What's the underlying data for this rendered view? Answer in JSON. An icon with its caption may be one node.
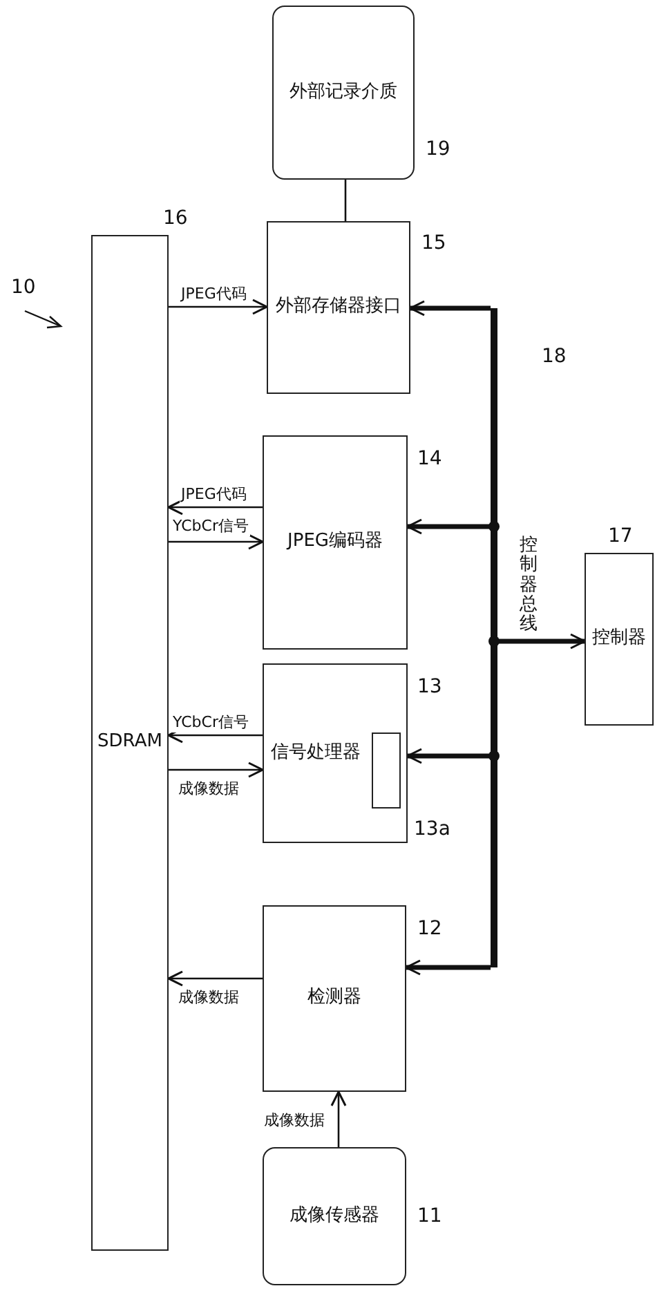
{
  "diagram": {
    "nodes": [
      {
        "text": [
          "SDRAM"
        ],
        "beside": [
          "16"
        ]
      },
      {
        "text": [
          "成像传感器"
        ],
        "beside": [
          "11"
        ]
      },
      {
        "text": [
          "检测器"
        ],
        "beside": [
          "12"
        ]
      },
      {
        "text": [
          "信号处理器"
        ],
        "beside": [
          "13"
        ]
      },
      {
        "text": [],
        "shape": "box",
        "in": 3,
        "beside": [
          "13a"
        ]
      },
      {
        "text": [
          "JPEG编码器"
        ],
        "beside": [
          "14"
        ]
      },
      {
        "text": [
          "外部存储器接口"
        ],
        "beside": [
          "15"
        ]
      },
      {
        "text": [
          "外部记录介质"
        ],
        "beside": [
          "19"
        ]
      },
      {
        "text": [
          "控制器"
        ],
        "beside": [
          "17"
        ]
      },
      {
        "text": [],
        "shape": "bar",
        "beside": [
          "控制器总线",
          "18"
        ]
      }
    ],
    "edges": [
      {
        "from": 1,
        "to": 2,
        "arrow": "to",
        "label": "成像数据"
      },
      {
        "from": 2,
        "to": 0,
        "arrow": "to",
        "label": "成像数据"
      },
      {
        "from": 0,
        "to": 3,
        "arrow": "to",
        "label": "成像数据"
      },
      {
        "from": 3,
        "to": 0,
        "arrow": "to",
        "label": "YCbCr信号"
      },
      {
        "from": 0,
        "to": 5,
        "arrow": "to",
        "label": "YCbCr信号"
      },
      {
        "from": 5,
        "to": 0,
        "arrow": "to",
        "label": "JPEG代码"
      },
      {
        "from": 0,
        "to": 6,
        "arrow": "to",
        "label": "JPEG代码"
      },
      {
        "from": 6,
        "to": 7,
        "arrow": "none"
      },
      {
        "from": 9,
        "to": 2,
        "arrow": "to",
        "style": "thick"
      },
      {
        "from": 9,
        "to": 3,
        "arrow": "to",
        "style": "thick"
      },
      {
        "from": 9,
        "to": 5,
        "arrow": "to",
        "style": "thick"
      },
      {
        "from": 9,
        "to": 6,
        "arrow": "to",
        "style": "thick"
      },
      {
        "from": 9,
        "to": 8,
        "arrow": "to",
        "style": "thick"
      }
    ],
    "labels": [
      "10"
    ]
  }
}
